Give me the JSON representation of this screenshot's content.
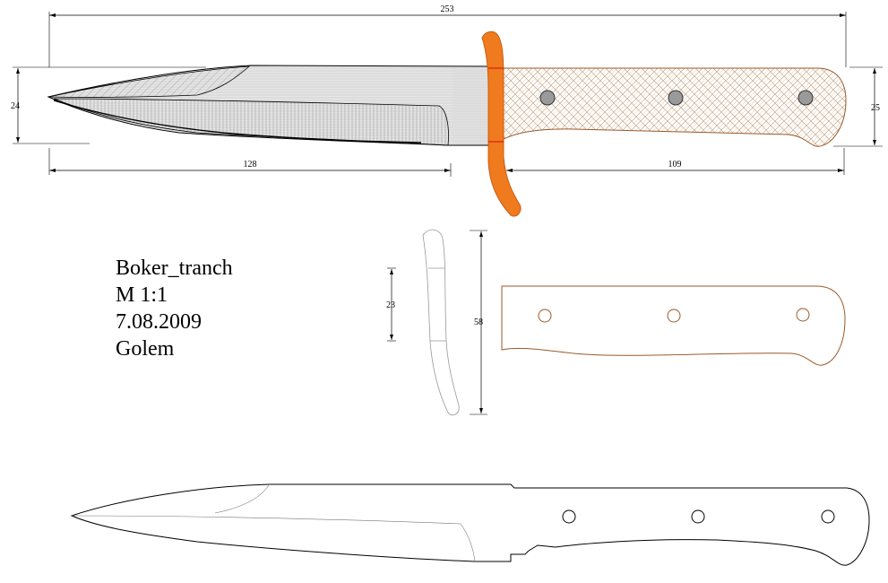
{
  "title_block": {
    "name": "Boker_tranch",
    "scale": "M 1:1",
    "date": "7.08.2009",
    "author": "Golem"
  },
  "dimensions": {
    "overall_length": "253",
    "blade_length": "128",
    "handle_length": "109",
    "blade_height": "24",
    "handle_height": "25",
    "guard_height": "58",
    "guard_width": "23"
  },
  "colors": {
    "guard": "#f07a1e",
    "guard_stroke": "#c85d10",
    "handle_pattern": "#c8a888",
    "handle_outline": "#9a5a2a",
    "pin": "#9a9a9a",
    "line": "#000000"
  }
}
